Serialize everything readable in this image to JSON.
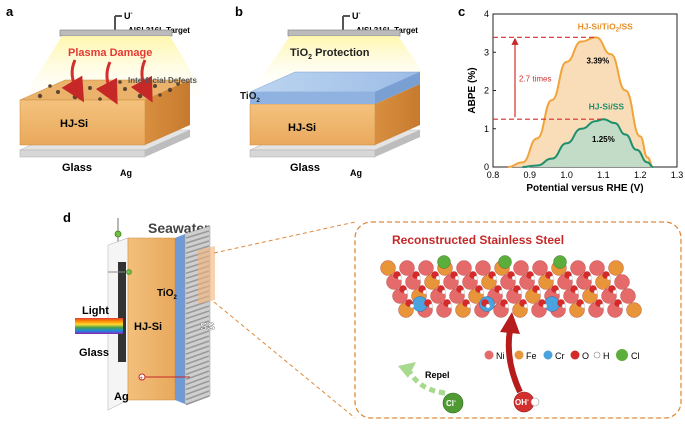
{
  "panel_a": {
    "letter": "a",
    "target_ion": "U",
    "target_ion_sup": "-",
    "target_label": "AISI 316L Target",
    "beam_label": "Plasma Damage",
    "defects_label": "Interfacial Defects",
    "si_label": "HJ-Si",
    "glass_label": "Glass",
    "ag_label": "Ag"
  },
  "panel_b": {
    "letter": "b",
    "target_ion": "U",
    "target_ion_sup": "-",
    "target_label": "AISI 316L Target",
    "beam_label_main": "TiO",
    "beam_label_sub": "2",
    "beam_label_rest": " Protection",
    "tio2_label_main": "TiO",
    "tio2_label_sub": "2",
    "si_label": "HJ-Si",
    "glass_label": "Glass",
    "ag_label": "Ag"
  },
  "panel_c": {
    "letter": "c",
    "annotation": "2.7 times",
    "series_label_1_main": "HJ-Si/TiO",
    "series_label_1_sub": "2",
    "series_label_1_rest": "/SS",
    "series_label_2": "HJ-Si/SS",
    "peak_label_1": "3.39%",
    "peak_label_2": "1.25%"
  },
  "chart_data": {
    "type": "area",
    "xlabel": "Potential versus RHE (V)",
    "ylabel": "ABPE (%)",
    "xlim": [
      0.8,
      1.3
    ],
    "ylim": [
      0,
      4
    ],
    "xticks": [
      0.8,
      0.9,
      1.0,
      1.1,
      1.2,
      1.3
    ],
    "yticks": [
      0,
      1,
      2,
      3,
      4
    ],
    "grid": false,
    "series": [
      {
        "name": "HJ-Si/TiO2/SS",
        "color": "#f2a33a",
        "fill": "#f7d7ab",
        "x": [
          0.84,
          0.88,
          0.92,
          0.96,
          1.0,
          1.04,
          1.08,
          1.12,
          1.16,
          1.2,
          1.22,
          1.235
        ],
        "y": [
          0.0,
          0.12,
          0.75,
          1.75,
          2.75,
          3.28,
          3.39,
          2.95,
          2.0,
          0.8,
          0.25,
          0.0
        ]
      },
      {
        "name": "HJ-Si/SS",
        "color": "#1f8f6e",
        "fill": "#b9dcc9",
        "x": [
          0.88,
          0.92,
          0.96,
          1.0,
          1.04,
          1.08,
          1.1,
          1.13,
          1.16,
          1.19,
          1.22,
          1.235
        ],
        "y": [
          0.0,
          0.04,
          0.22,
          0.62,
          1.0,
          1.2,
          1.25,
          1.15,
          0.85,
          0.45,
          0.12,
          0.0
        ]
      }
    ]
  },
  "panel_d": {
    "letter": "d",
    "title": "Seawater",
    "light_label": "Light",
    "si_label": "HJ-Si",
    "glass_label": "Glass",
    "tio2_main": "TiO",
    "tio2_sub": "2",
    "ss_label": "SS",
    "ag_label": "Ag",
    "box_title": "Reconstructed Stainless Steel",
    "legend": [
      {
        "label": "Ni",
        "color": "#e56a6a"
      },
      {
        "label": "Fe",
        "color": "#e8953a"
      },
      {
        "label": "Cr",
        "color": "#4aa3df"
      },
      {
        "label": "O",
        "color": "#d42a2a"
      },
      {
        "label": "H",
        "color": "#f2f2f2"
      },
      {
        "label": "Cl",
        "color": "#5cae3c"
      }
    ],
    "repel_label": "Repel",
    "cl_ion_main": "Cl",
    "cl_ion_sup": "-",
    "oh_ion_main": "OH",
    "oh_ion_sup": "-"
  }
}
